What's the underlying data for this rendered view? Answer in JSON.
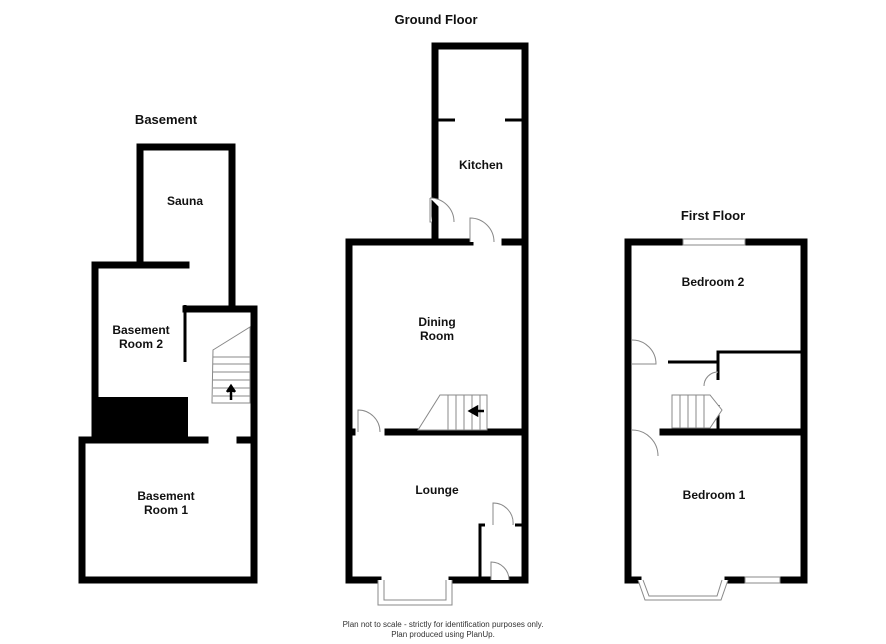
{
  "floors": {
    "basement": {
      "title": "Basement",
      "rooms": [
        "Sauna",
        "Basement\nRoom 2",
        "Basement\nRoom 1"
      ]
    },
    "ground": {
      "title": "Ground Floor",
      "rooms": [
        "Kitchen",
        "Dining\nRoom",
        "Lounge"
      ]
    },
    "first": {
      "title": "First Floor",
      "rooms": [
        "Bedroom 2",
        "Bedroom 1"
      ]
    }
  },
  "footer": {
    "line1": "Plan not to scale - strictly for identification purposes only.",
    "line2": "Plan produced using PlanUp."
  }
}
